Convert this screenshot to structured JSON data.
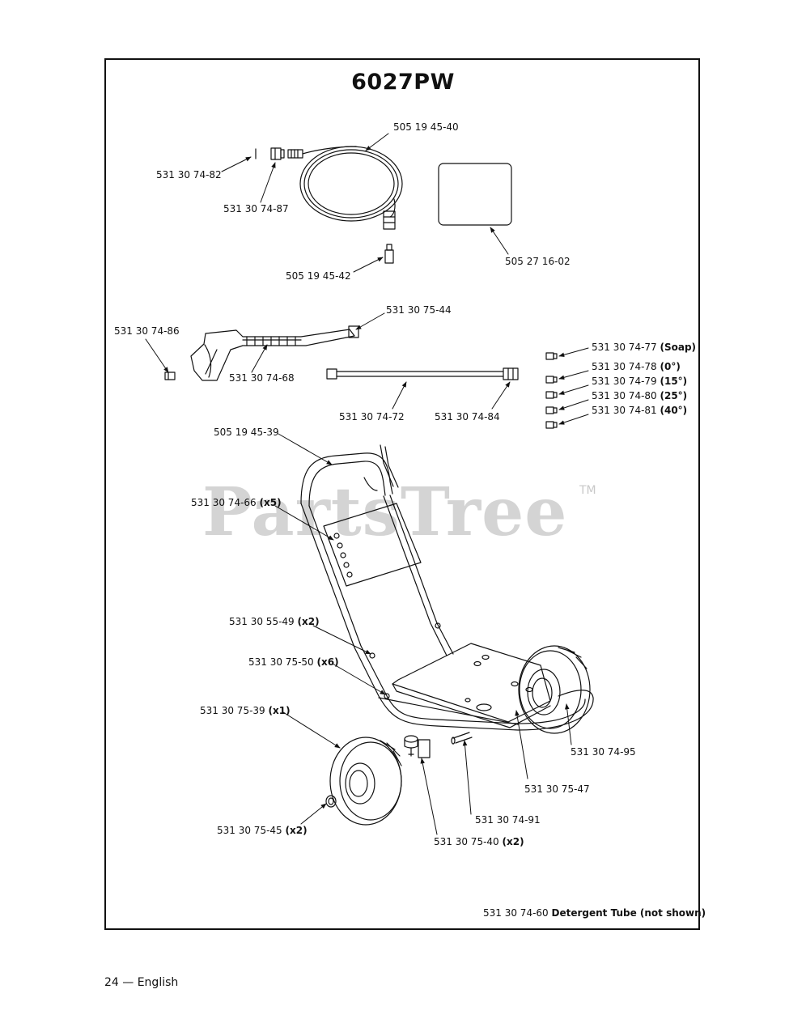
{
  "title": "6027PW",
  "footer": "24 — English",
  "watermark": "PartsTree",
  "watermark_tm": "TM",
  "labels": {
    "l1": {
      "part": "505 19 45-40",
      "qty": ""
    },
    "l2": {
      "part": "531 30 74-82",
      "qty": ""
    },
    "l3": {
      "part": "531 30 74-87",
      "qty": ""
    },
    "l4": {
      "part": "505 19 45-42",
      "qty": ""
    },
    "l5": {
      "part": "505 27 16-02",
      "qty": ""
    },
    "l6": {
      "part": "531 30 75-44",
      "qty": ""
    },
    "l7": {
      "part": "531 30 74-86",
      "qty": ""
    },
    "l8": {
      "part": "531 30 74-68",
      "qty": ""
    },
    "l9": {
      "part": "531 30 74-77",
      "qty": "(Soap)"
    },
    "l10": {
      "part": "531 30 74-78",
      "qty": "(0°)"
    },
    "l11": {
      "part": "531 30 74-79",
      "qty": "(15°)"
    },
    "l12": {
      "part": "531 30 74-80",
      "qty": "(25°)"
    },
    "l13": {
      "part": "531 30 74-81",
      "qty": "(40°)"
    },
    "l14": {
      "part": "531 30 74-72",
      "qty": ""
    },
    "l15": {
      "part": "531 30 74-84",
      "qty": ""
    },
    "l16": {
      "part": "505 19 45-39",
      "qty": ""
    },
    "l17": {
      "part": "531 30 74-66",
      "qty": "(x5)"
    },
    "l18": {
      "part": "531 30 55-49",
      "qty": "(x2)"
    },
    "l19": {
      "part": "531 30 75-50",
      "qty": "(x6)"
    },
    "l20": {
      "part": "531 30 75-39",
      "qty": "(x1)"
    },
    "l21": {
      "part": "531 30 74-95",
      "qty": ""
    },
    "l22": {
      "part": "531 30 75-47",
      "qty": ""
    },
    "l23": {
      "part": "531 30 74-91",
      "qty": ""
    },
    "l24": {
      "part": "531 30 75-45",
      "qty": "(x2)"
    },
    "l25": {
      "part": "531 30 75-40",
      "qty": "(x2)"
    },
    "l26": {
      "part": "531 30 74-60",
      "qty": "Detergent Tube (not shown)"
    }
  }
}
